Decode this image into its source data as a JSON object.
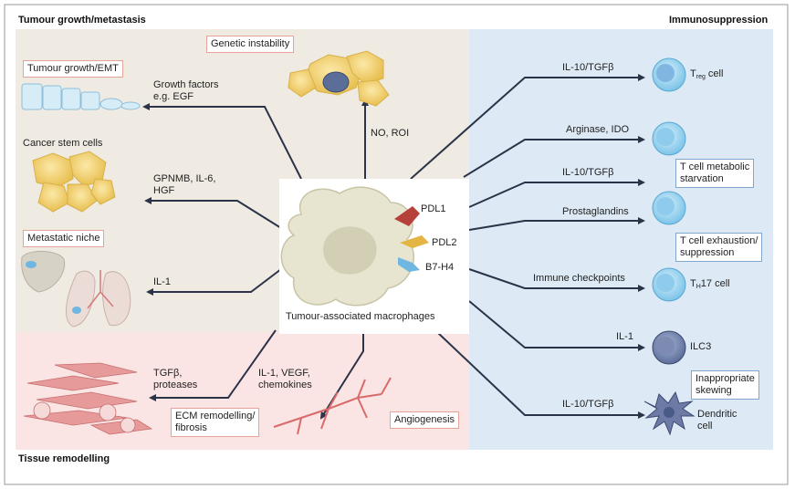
{
  "sections": {
    "tumour": "Tumour growth/metastasis",
    "immuno": "Immunosuppression",
    "tissue": "Tissue remodelling"
  },
  "center": {
    "caption": "Tumour-associated macrophages",
    "markers": [
      "PDL1",
      "PDL2",
      "B7-H4"
    ]
  },
  "left": {
    "genetic_instability": "Genetic instability",
    "no_roi": "NO, ROI",
    "tumour_growth_emt": "Tumour growth/EMT",
    "growth_factors_1": "Growth factors",
    "growth_factors_2": "e.g. EGF",
    "cancer_stem_cells": "Cancer stem cells",
    "gpnmb_1": "GPNMB, IL-6,",
    "gpnmb_2": "HGF",
    "metastatic_niche": "Metastatic niche",
    "il1": "IL-1"
  },
  "bottom": {
    "tgfb_1": "TGFβ,",
    "tgfb_2": "proteases",
    "il1_vegf_1": "IL-1, VEGF,",
    "il1_vegf_2": "chemokines",
    "ecm_1": "ECM remodelling/",
    "ecm_2": "fibrosis",
    "angiogenesis": "Angiogenesis"
  },
  "right": {
    "il10_1": "IL-10/TGFβ",
    "treg_main": "T",
    "treg_sub": "reg",
    "treg_tail": " cell",
    "arginase": "Arginase, IDO",
    "tmeta_1": "T cell metabolic",
    "tmeta_2": "starvation",
    "il10_2": "IL-10/TGFβ",
    "prostaglandins": "Prostaglandins",
    "texh_1": "T cell exhaustion/",
    "texh_2": "suppression",
    "immune_checkpoints": "Immune checkpoints",
    "th17_main": "T",
    "th17_sub": "H",
    "th17_tail": "17 cell",
    "il1": "IL-1",
    "ilc3": "ILC3",
    "skew_1": "Inappropriate",
    "skew_2": "skewing",
    "il10_3": "IL-10/TGFβ",
    "dc_1": "Dendritic",
    "dc_2": "cell"
  },
  "colors": {
    "tumour_bg": "#efebe2",
    "immuno_bg": "#ddeaf6",
    "tissue_bg": "#fbe4e4",
    "arrow": "#2b3348",
    "cell_blue": "#9fd3ef",
    "cell_yellow": "#f3d37a",
    "pdl1": "#b5413a",
    "pdl2": "#e2b544",
    "b7h4": "#6fb6e0"
  }
}
